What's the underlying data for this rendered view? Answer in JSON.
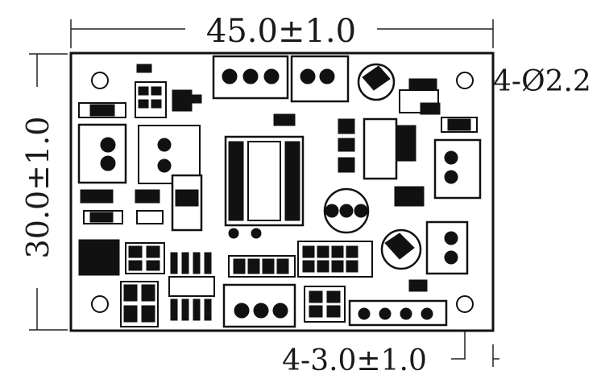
{
  "dimensions": {
    "width_label": "45.0±1.0",
    "height_label": "30.0±1.0",
    "hole_label": "4-Ø2.2",
    "pin_label": "4-3.0±1.0"
  },
  "colors": {
    "ink": "#1a1a1a",
    "board": "#ffffff",
    "outline": "#111111"
  }
}
